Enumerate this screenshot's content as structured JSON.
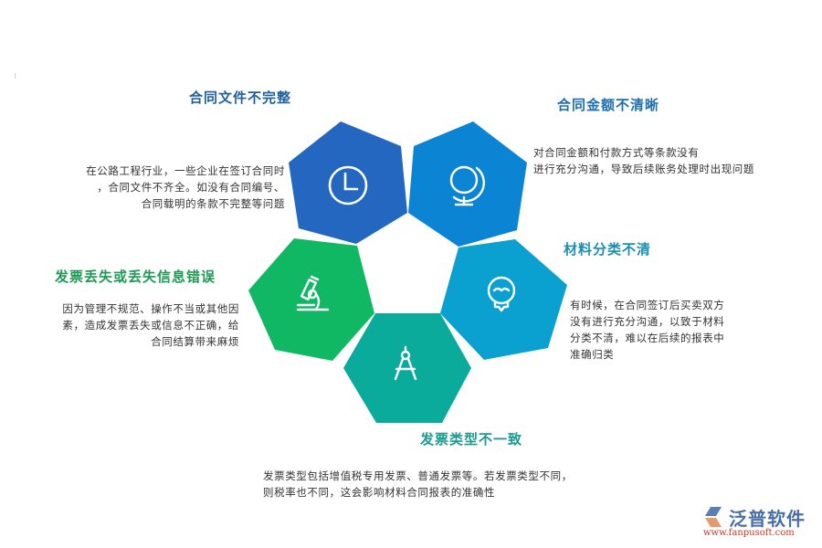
{
  "colors": {
    "hex_clock": "#2367c0",
    "hex_globe": "#0b84d4",
    "hex_microscope": "#11b864",
    "hex_bulb": "#0aa0cf",
    "hex_compass": "#0bab9b",
    "title_blue": "#1f5f9e",
    "title_cyan": "#1b8fb0",
    "title_green": "#1f9a55",
    "title_teal": "#1b9a90",
    "body_text": "#333333"
  },
  "items": [
    {
      "id": "contract-docs",
      "icon": "clock-icon",
      "title": "合同文件不完整",
      "desc": [
        "在公路工程行业，一些企业在签订合同时",
        "，合同文件不齐全。如没有合同编号、",
        "合同载明的条款不完整等问题"
      ]
    },
    {
      "id": "contract-amount",
      "icon": "globe-icon",
      "title": "合同金额不清晰",
      "desc": [
        "对合同金额和付款方式等条款没有",
        "进行充分沟通，导致后续账务处理时出现问题"
      ]
    },
    {
      "id": "invoice-lost",
      "icon": "microscope-icon",
      "title": "发票丢失或丢失信息错误",
      "desc": [
        "因为管理不规范、操作不当或其他因",
        "素，造成发票丢失或信息不正确，给",
        "合同结算带来麻烦"
      ]
    },
    {
      "id": "material-class",
      "icon": "lightbulb-icon",
      "title": "材料分类不清",
      "desc": [
        "有时候，在合同签订后买卖双方",
        "没有进行充分沟通，以致于材料",
        "分类不清，难以在后续的报表中",
        "准确归类"
      ]
    },
    {
      "id": "invoice-type",
      "icon": "compass-icon",
      "title": "发票类型不一致",
      "desc": [
        "发票类型包括增值税专用发票、普通发票等。若发票类型不同，",
        "则税率也不同，这会影响材料合同报表的准确性"
      ]
    }
  ],
  "logo": {
    "name": "泛普软件",
    "url": "www.fanpusoft.com"
  }
}
